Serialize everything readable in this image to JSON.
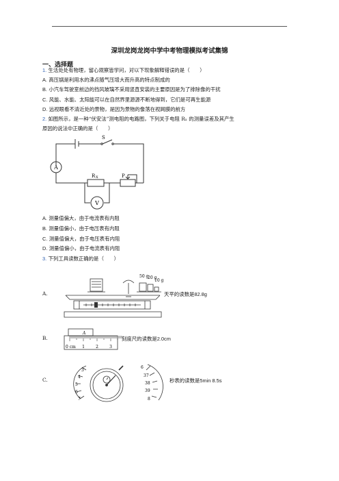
{
  "doc": {
    "title": "深圳龙岗龙岗中学中考物理模拟考试集锦",
    "section1": "一、选择题"
  },
  "q1": {
    "num": "1.",
    "stem": "生活处处有物理，留心观察皆学问，对以下现象解释错误的是（　　）",
    "options": [
      {
        "letter": "A.",
        "text": "高压锅是利用水的沸点随气压增大而升高的特点制成的"
      },
      {
        "letter": "B.",
        "text": "小汽车驾驶室前边的挡风玻璃不采用竖直安装的主要原因是为了排除像的干扰"
      },
      {
        "letter": "C.",
        "text": "风能、水能、太阳能可以在自然界里源源不断地得到，它们是可再生能源"
      },
      {
        "letter": "D.",
        "text": "远视眼看不清近处的景物，是因为景物的像落在视网膜的前方"
      }
    ]
  },
  "q2": {
    "num": "2.",
    "stem_line1": "如图所示，是一种“伏安法”测电阻的电路图，下列关于电阻 Rₓ 的测量误差及其产生",
    "stem_line2": "原因的说法中正确的是（　　）",
    "circuit": {
      "switch": "S",
      "ammeter": "A",
      "resistor": "R",
      "resistor_sub": "X",
      "rheostat": "P",
      "voltmeter": "V"
    },
    "options": [
      {
        "letter": "A.",
        "text": "测量值偏大，由于电流表有内阻"
      },
      {
        "letter": "B.",
        "text": "测量值偏小，由于电压表有内阻"
      },
      {
        "letter": "C.",
        "text": "测量值偏大，由于电压表有内阻"
      },
      {
        "letter": "D.",
        "text": "测量值偏小，由于电流表有内阻"
      }
    ]
  },
  "q3": {
    "num": "3.",
    "stem": "下列工具读数正确的是（　　）",
    "A": {
      "letter": "A.",
      "text": "天平的读数是",
      "value": "82.8g",
      "weights": [
        "50 g",
        "20 g",
        "10 g"
      ]
    },
    "B": {
      "letter": "B.",
      "text": "刻度尺的读数是",
      "value": "2.0cm",
      "ruler_label": "A",
      "ruler_unit": "0 cm",
      "ruler_ticks": [
        "1",
        "2",
        "3"
      ]
    },
    "C": {
      "letter": "C.",
      "text": "秒表的读数是",
      "value": "5min 8.5s",
      "dial_left": [
        "3",
        "4",
        "5",
        "6",
        "7"
      ],
      "dial_right": [
        "6",
        "37",
        "38",
        "39",
        "8"
      ]
    }
  }
}
